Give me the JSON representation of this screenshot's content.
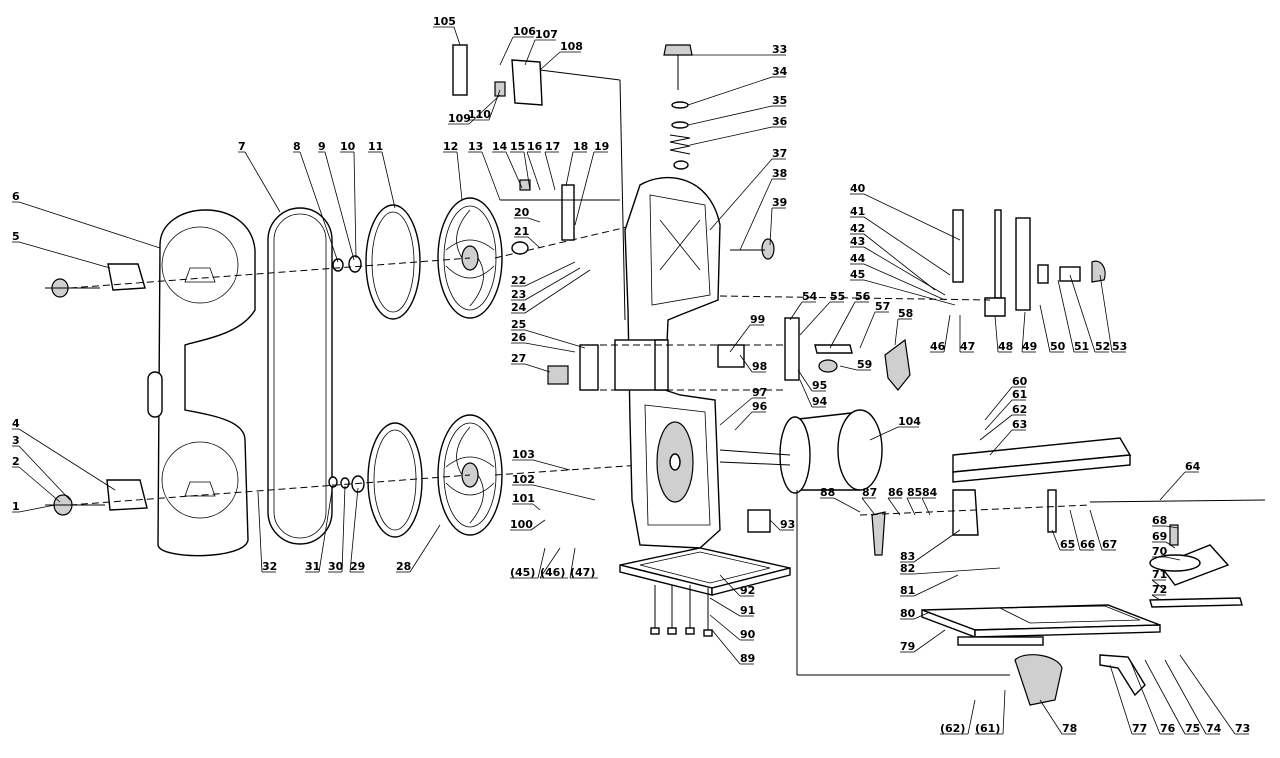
{
  "labels": [
    "1",
    "2",
    "3",
    "4",
    "5",
    "6",
    "7",
    "8",
    "9",
    "10",
    "11",
    "12",
    "13",
    "14",
    "15",
    "16",
    "17",
    "18",
    "19",
    "20",
    "21",
    "22",
    "23",
    "24",
    "25",
    "26",
    "27",
    "28",
    "29",
    "30",
    "31",
    "32",
    "33",
    "34",
    "35",
    "36",
    "37",
    "38",
    "39",
    "40",
    "41",
    "42",
    "43",
    "44",
    "45",
    "46",
    "47",
    "48",
    "49",
    "50",
    "51",
    "52",
    "53",
    "54",
    "55",
    "56",
    "57",
    "58",
    "59",
    "60",
    "61",
    "62",
    "63",
    "64",
    "65",
    "66",
    "67",
    "68",
    "69",
    "70",
    "71",
    "72",
    "73",
    "74",
    "75",
    "76",
    "77",
    "78",
    "79",
    "80",
    "81",
    "82",
    "83",
    "84",
    "85",
    "86",
    "87",
    "88",
    "89",
    "90",
    "91",
    "92",
    "93",
    "94",
    "95",
    "96",
    "97",
    "98",
    "99",
    "100",
    "101",
    "102",
    "103",
    "104",
    "105",
    "106",
    "107",
    "108",
    "109",
    "110",
    "(45)",
    "(46)",
    "(47)",
    "(62)",
    "(61)"
  ]
}
